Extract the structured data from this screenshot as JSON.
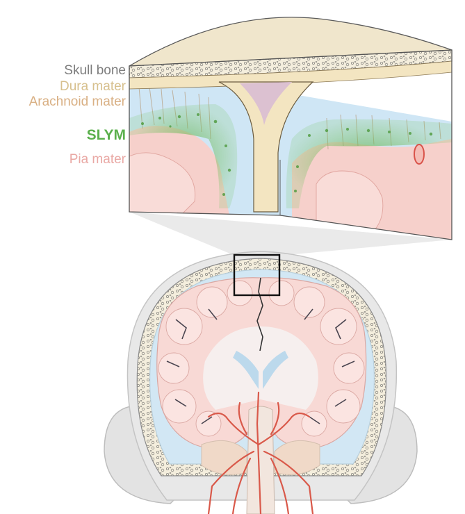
{
  "labels": {
    "skull": "Skull bone",
    "dura": "Dura mater",
    "arachnoid": "Arachnoid mater",
    "slym": "SLYM",
    "pia": "Pia mater"
  },
  "colors": {
    "skull_label": "#7d7d7d",
    "dura_label": "#d7c08e",
    "arachnoid_label": "#d9b084",
    "slym_label": "#5bb04d",
    "pia_label": "#e9a8a4",
    "skull_bone": "#f1e8d2",
    "dura": "#f3e5c1",
    "csf": "#cfe6f5",
    "brain": "#f7d5d2",
    "slym_green": "#62b14e",
    "artery": "#d9594a"
  }
}
